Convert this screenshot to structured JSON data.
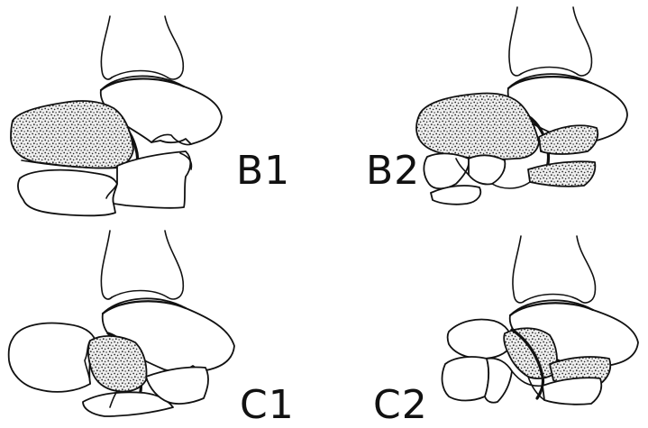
{
  "panels": [
    {
      "id": "b1",
      "label": "B1"
    },
    {
      "id": "b2",
      "label": "B2"
    },
    {
      "id": "c1",
      "label": "C1"
    },
    {
      "id": "c2",
      "label": "C2"
    }
  ],
  "colors": {
    "ink": "#111111",
    "background": "#ffffff",
    "stipple_dot": "#2a2a2a",
    "stipple_base": "#efefef"
  }
}
